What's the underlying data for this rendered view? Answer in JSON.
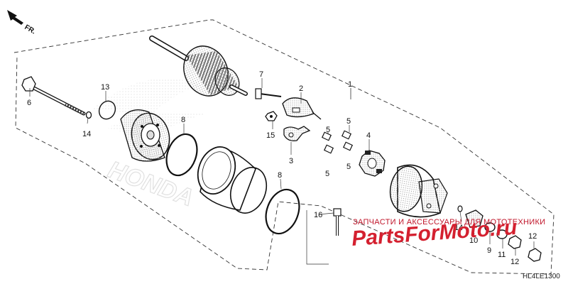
{
  "direction_marker": {
    "label": "FR.",
    "icon": "front-arrow-icon"
  },
  "diagram_code": "HL4LE1300",
  "watermark": {
    "tagline": "ЗАПЧАСТИ И АКСЕССУАРЫ ДЛЯ МОТОТЕХНИКИ",
    "logo": "PartsForMoto.ru",
    "brand_bg": "HONDA",
    "color": "#d4202f"
  },
  "callouts": {
    "c1": "1",
    "c2": "2",
    "c3": "3",
    "c4": "4",
    "c5a": "5",
    "c5b": "5",
    "c5c": "5",
    "c5d": "5",
    "c6": "6",
    "c7": "7",
    "c8a": "8",
    "c8b": "8",
    "c9": "9",
    "c10": "10",
    "c11": "11",
    "c12a": "12",
    "c12b": "12",
    "c13": "13",
    "c14a": "14",
    "c14b": "14",
    "c15": "15",
    "c16": "16"
  }
}
